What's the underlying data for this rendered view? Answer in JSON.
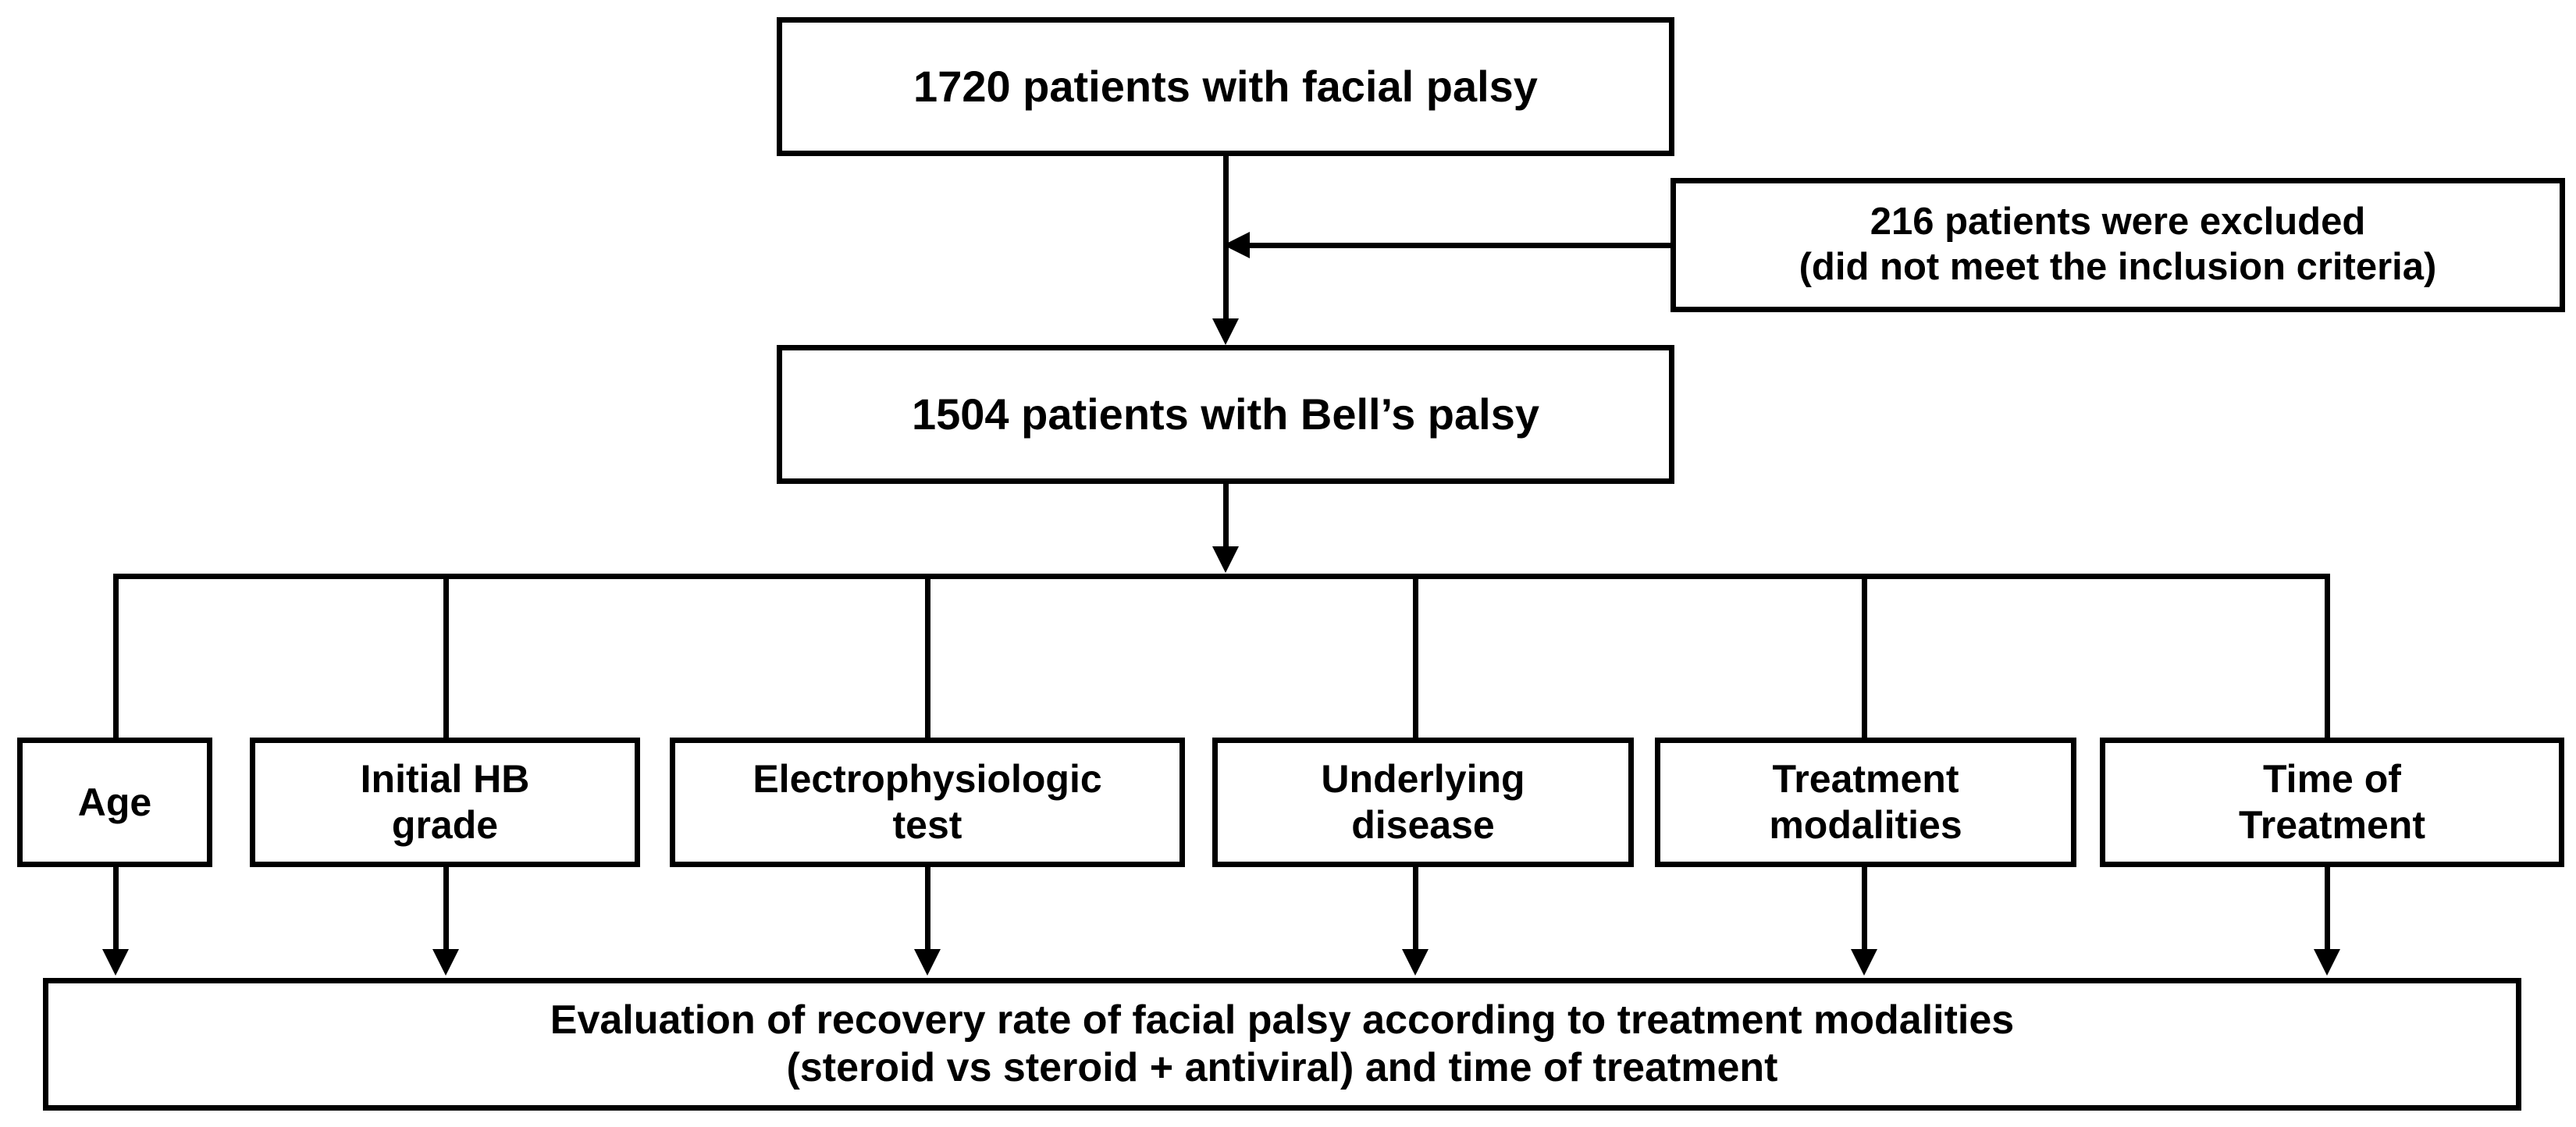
{
  "figure": {
    "type": "flowchart",
    "title": "Patient selection and analysis flow for Bell's palsy study",
    "orientation": "top-to-bottom",
    "background_color": "#ffffff",
    "line_color": "#000000",
    "text_color": "#000000"
  },
  "nodes": {
    "total": {
      "id": "total-patients-box",
      "text": "1720 patients with facial palsy",
      "count": "1720"
    },
    "excluded": {
      "id": "excluded-patients-box",
      "line1": "216 patients were excluded",
      "line2": "(did not meet the inclusion criteria)",
      "count": "216"
    },
    "bells": {
      "id": "bells-palsy-box",
      "text": "1504 patients with Bell’s palsy",
      "count": "1504"
    },
    "evaluation": {
      "id": "evaluation-box",
      "line1": "Evaluation of recovery rate of facial palsy according to treatment modalities",
      "line2": "(steroid vs steroid + antiviral) and time of treatment"
    }
  },
  "factors": [
    {
      "id": "factor-age",
      "line1": "Age",
      "line2": ""
    },
    {
      "id": "factor-initial-hb-grade",
      "line1": "Initial HB",
      "line2": "grade"
    },
    {
      "id": "factor-electrophysiologic-test",
      "line1": "Electrophysiologic",
      "line2": "test"
    },
    {
      "id": "factor-underlying-disease",
      "line1": "Underlying",
      "line2": "disease"
    },
    {
      "id": "factor-treatment-modalities",
      "line1": "Treatment",
      "line2": "modalities"
    },
    {
      "id": "factor-time-of-treatment",
      "line1": "Time of",
      "line2": "Treatment"
    }
  ],
  "connectors": [
    {
      "name": "total-to-bells",
      "from": "total",
      "to": "bells",
      "style": "arrow-down"
    },
    {
      "name": "excluded-to-trunk",
      "from": "excluded",
      "to": "total-to-bells-trunk",
      "style": "arrow-left"
    },
    {
      "name": "bells-to-distributor",
      "from": "bells",
      "to": "distribution-bar",
      "style": "arrow-down"
    },
    {
      "name": "distributor-to-factors",
      "from": "distribution-bar",
      "to": "factors",
      "style": "branch"
    },
    {
      "name": "factors-to-evaluation",
      "from": "factors",
      "to": "evaluation",
      "style": "arrow-down"
    }
  ]
}
